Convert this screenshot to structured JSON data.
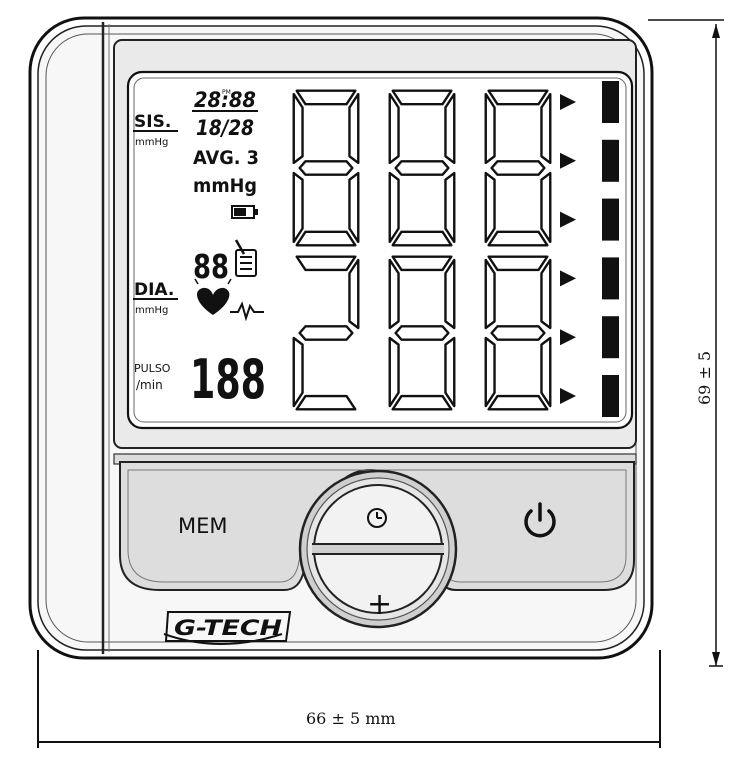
{
  "lcd": {
    "sis_label": "SIS.",
    "sis_unit": "mmHg",
    "dia_label": "DIA.",
    "dia_unit": "mmHg",
    "pulse_label": "PULSO",
    "pulse_unit": "/min",
    "time_text": "28:88",
    "am_pm": "PM",
    "date_text": "18/28",
    "avg_text": "AVG. 3",
    "mmhg_text": "mmHg",
    "memory_digits": "88",
    "pulse_digits": "188",
    "sys_value": "888",
    "dia_value": "288",
    "level_bars": 6
  },
  "buttons": {
    "mem_label": "MEM",
    "clock_icon": "clock-icon",
    "plus_label": "+",
    "power_icon": "power-icon"
  },
  "brand": "G-TECH",
  "dimensions": {
    "width_label": "66 ± 5 mm",
    "height_label": "69 ± 5"
  }
}
